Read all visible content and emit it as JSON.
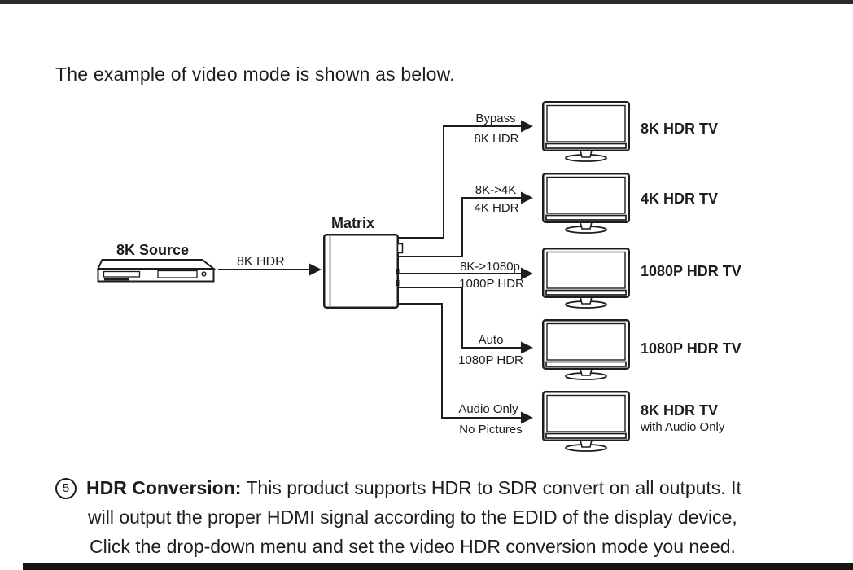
{
  "page": {
    "title": "The example of video mode is shown as below."
  },
  "source": {
    "label": "8K Source",
    "signal": "8K HDR"
  },
  "matrix": {
    "label": "Matrix"
  },
  "outputs": [
    {
      "mode": "Bypass",
      "signal": "8K HDR",
      "tv": "8K HDR TV",
      "tv_sub": ""
    },
    {
      "mode": "8K->4K",
      "signal": "4K HDR",
      "tv": "4K HDR TV",
      "tv_sub": ""
    },
    {
      "mode": "8K->1080p",
      "signal": "1080P HDR",
      "tv": "1080P HDR TV",
      "tv_sub": ""
    },
    {
      "mode": "Auto",
      "signal": "1080P HDR",
      "tv": "1080P HDR TV",
      "tv_sub": ""
    },
    {
      "mode": "Audio Only",
      "signal": "No Pictures",
      "tv": "8K HDR TV",
      "tv_sub": "with Audio Only"
    }
  ],
  "note": {
    "number": "5",
    "heading": "HDR Conversion:",
    "line1_rest": " This product supports HDR to SDR convert on all outputs. It",
    "line2": "will output the proper HDMI signal according to the EDID of the display device,",
    "line3": "Click the drop-down menu and set the video HDR conversion mode you need."
  }
}
